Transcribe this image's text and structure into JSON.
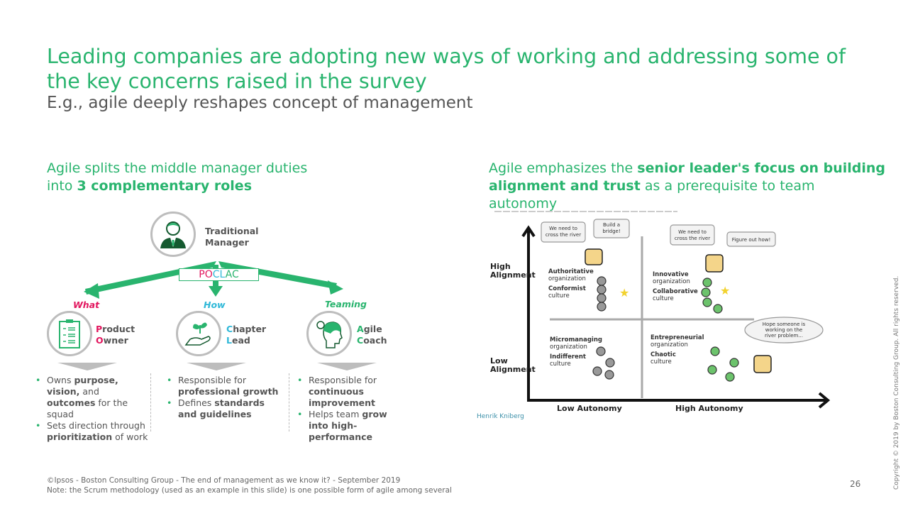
{
  "title": "Leading companies are adopting new ways of working and addressing some of the key concerns raised in the survey",
  "subtitle": "E.g., agile deeply reshapes concept of management",
  "left": {
    "heading_pre": "Agile splits the middle manager duties into ",
    "heading_bold": "3 complementary roles",
    "manager": [
      "Traditional",
      "Manager"
    ],
    "poclac": {
      "pink": "PO",
      "cyan": "CL",
      "green": "AC"
    },
    "roles": [
      {
        "category": "What",
        "first1": "P",
        "rest1": "roduct",
        "first2": "O",
        "rest2": "wner",
        "color": "#e2165e",
        "bullets": [
          [
            "Owns ",
            {
              "b": "purpose, vision,"
            },
            " and ",
            {
              "b": "outcomes"
            },
            " for the squad"
          ],
          [
            "Sets direction through ",
            {
              "b": "prioritization"
            },
            " of work"
          ]
        ]
      },
      {
        "category": "How",
        "first1": "C",
        "rest1": "hapter",
        "first2": "L",
        "rest2": "ead",
        "color": "#2fb8d8",
        "bullets": [
          [
            "Responsible for ",
            {
              "b": "professional growth"
            }
          ],
          [
            "Defines ",
            {
              "b": "standards and guidelines"
            }
          ]
        ]
      },
      {
        "category": "Teaming",
        "first1": "A",
        "rest1": "gile",
        "first2": "C",
        "rest2": "oach",
        "color": "#29b46e",
        "bullets": [
          [
            "Responsible for ",
            {
              "b": "continuous improvement"
            }
          ],
          [
            "Helps team ",
            {
              "b": "grow into high-performance"
            }
          ]
        ]
      }
    ]
  },
  "right": {
    "heading_pre": "Agile emphasizes the ",
    "heading_bold": "senior leader's focus on building alignment and trust",
    "heading_post": " as a prerequisite to team autonomy",
    "diagram": {
      "y_high": [
        "High",
        "Alignment"
      ],
      "y_low": [
        "Low",
        "Alignment"
      ],
      "x_low": "Low Autonomy",
      "x_high": "High Autonomy",
      "q1": [
        "Authoritative",
        "organization",
        "Conformist",
        "culture"
      ],
      "q2": [
        "Innovative",
        "organization",
        "Collaborative",
        "culture"
      ],
      "q3": [
        "Micromanaging",
        "organization",
        "Indifferent",
        "culture"
      ],
      "q4": [
        "Entrepreneurial",
        "organization",
        "Chaotic",
        "culture"
      ],
      "bubbles": {
        "b1": [
          "We need to",
          "cross the river"
        ],
        "b2": [
          "Build a",
          "bridge!"
        ],
        "b3": [
          "We need to",
          "cross the river"
        ],
        "b4": [
          "Figure out how!"
        ],
        "b5": [
          "Hope someone is",
          "working on the",
          "river problem..."
        ]
      },
      "credit": "Henrik Kniberg"
    }
  },
  "footer": [
    "©Ipsos - Boston Consulting Group - The end of management as we know it? - September 2019",
    "Note: the Scrum methodology (used as an example in this slide) is one possible form of agile among several"
  ],
  "page_number": "26",
  "copyright": "Copyright © 2019 by Boston Consulting Group. All rights reserved."
}
